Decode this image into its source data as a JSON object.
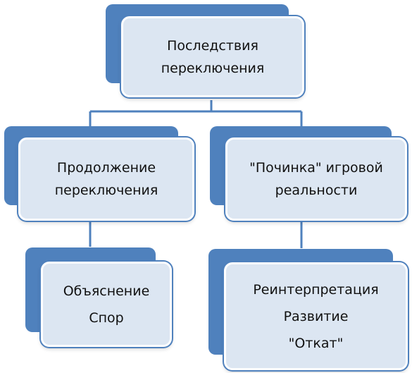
{
  "colors": {
    "back_panel": "#4f81bd",
    "front_panel": "#dce6f2",
    "outline": "#4f81bd",
    "connector": "#4f81bd",
    "text": "#111111"
  },
  "root": {
    "lines": [
      "Последствия",
      "переключения"
    ]
  },
  "left_branch": {
    "lines": [
      "Продолжение",
      "переключения"
    ],
    "child": {
      "lines": [
        "Объяснение",
        "Спор"
      ]
    }
  },
  "right_branch": {
    "lines": [
      "\"Починка\" игровой",
      "реальности"
    ],
    "child": {
      "lines": [
        "Реинтерпретация",
        "Развитие",
        "\"Откат\""
      ]
    }
  }
}
